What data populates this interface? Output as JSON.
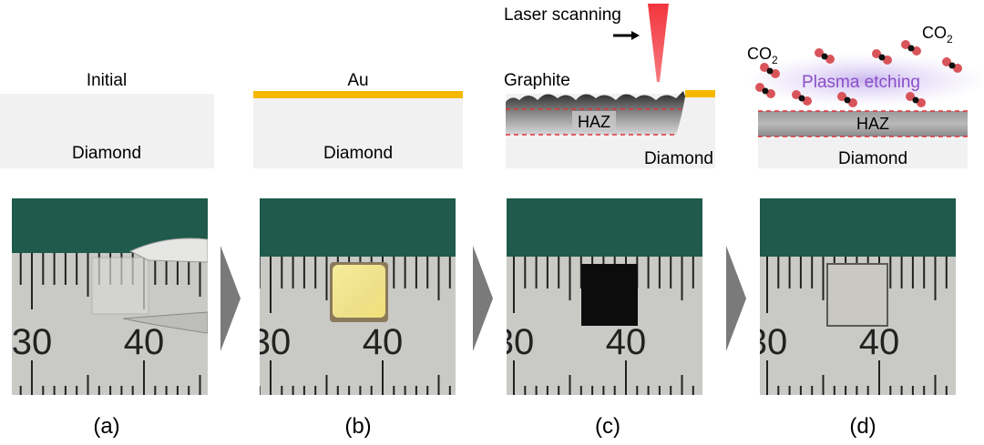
{
  "panels": [
    {
      "id": "a",
      "label": "(a)",
      "title": "Initial",
      "substrate": "Diamond"
    },
    {
      "id": "b",
      "label": "(b)",
      "title": "Au",
      "substrate": "Diamond"
    },
    {
      "id": "c",
      "label": "(c)",
      "substrate": "Diamond",
      "graphite": "Graphite",
      "haz": "HAZ",
      "laser": "Laser scanning"
    },
    {
      "id": "d",
      "label": "(d)",
      "substrate": "Diamond",
      "haz": "HAZ",
      "plasma": "Plasma etching",
      "co2_left": "CO",
      "co2_right": "CO",
      "co2_sub": "2"
    }
  ],
  "ruler": {
    "num_left": "30",
    "num_right": "40"
  },
  "colors": {
    "gold": "#f5b800",
    "green": "#1f5a4c",
    "ruler": "#c9c9c6",
    "diamond": "#f1f1f1",
    "laser": "#f2353d",
    "plasma": "#8a4fc8",
    "dash": "#e0303a",
    "co2": "#d9545a",
    "arrow": "#7a7a7a"
  }
}
